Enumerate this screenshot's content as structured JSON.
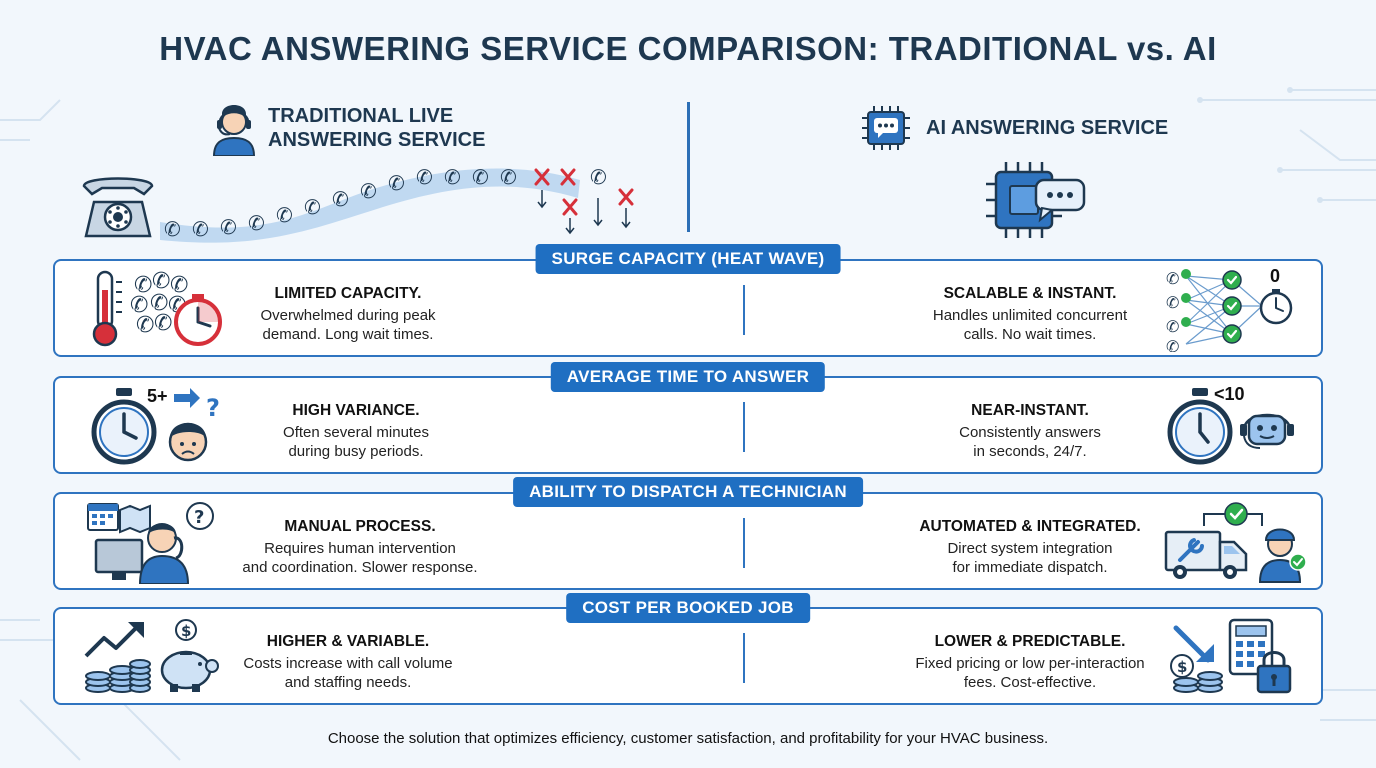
{
  "title": "HVAC ANSWERING SERVICE COMPARISON: TRADITIONAL vs. AI",
  "left_header": {
    "line1": "TRADITIONAL LIVE",
    "line2": "ANSWERING SERVICE"
  },
  "right_header": "AI ANSWERING SERVICE",
  "rows": [
    {
      "category": "SURGE CAPACITY (HEAT WAVE)",
      "left": {
        "heading": "LIMITED CAPACITY.",
        "line1": "Overwhelmed during peak",
        "line2": "demand. Long wait times."
      },
      "right": {
        "heading": "SCALABLE & INSTANT.",
        "line1": "Handles unlimited concurrent",
        "line2": "calls. No wait times."
      },
      "right_icon_value": "0"
    },
    {
      "category": "AVERAGE TIME TO ANSWER",
      "left": {
        "heading": "HIGH VARIANCE.",
        "line1": "Often several minutes",
        "line2": "during busy periods."
      },
      "right": {
        "heading": "NEAR-INSTANT.",
        "line1": "Consistently answers",
        "line2": "in seconds, 24/7."
      },
      "left_icon_value": "5+",
      "right_icon_value": "<10"
    },
    {
      "category": "ABILITY TO DISPATCH A TECHNICIAN",
      "left": {
        "heading": "MANUAL PROCESS.",
        "line1": "Requires human intervention",
        "line2": "and coordination. Slower response."
      },
      "right": {
        "heading": "AUTOMATED & INTEGRATED.",
        "line1": "Direct system integration",
        "line2": "for immediate dispatch."
      }
    },
    {
      "category": "COST PER BOOKED JOB",
      "left": {
        "heading": "HIGHER & VARIABLE.",
        "line1": "Costs increase with call volume",
        "line2": "and staffing needs."
      },
      "right": {
        "heading": "LOWER & PREDICTABLE.",
        "line1": "Fixed pricing or low per-interaction",
        "line2": "fees. Cost-effective."
      }
    }
  ],
  "footer": "Choose the solution that optimizes efficiency, customer satisfaction, and profitability for your HVAC business.",
  "colors": {
    "accent": "#1f6fc2",
    "border": "#2f74c0",
    "navy": "#1e3850",
    "error": "#d6303a",
    "success": "#2fae4e",
    "background": "#f2f7fc"
  },
  "icons": [
    "headset-agent-icon",
    "rotary-phone-icon",
    "call-queue-icon",
    "chip-chat-icon",
    "thermometer-icon",
    "phones-stopwatch-icon",
    "network-checks-icon",
    "stopwatch-icon",
    "frustrated-person-icon",
    "robot-icon",
    "agent-desk-icon",
    "truck-technician-icon",
    "cost-rise-icon",
    "piggy-bank-icon",
    "cost-down-icon",
    "calculator-lock-icon"
  ]
}
